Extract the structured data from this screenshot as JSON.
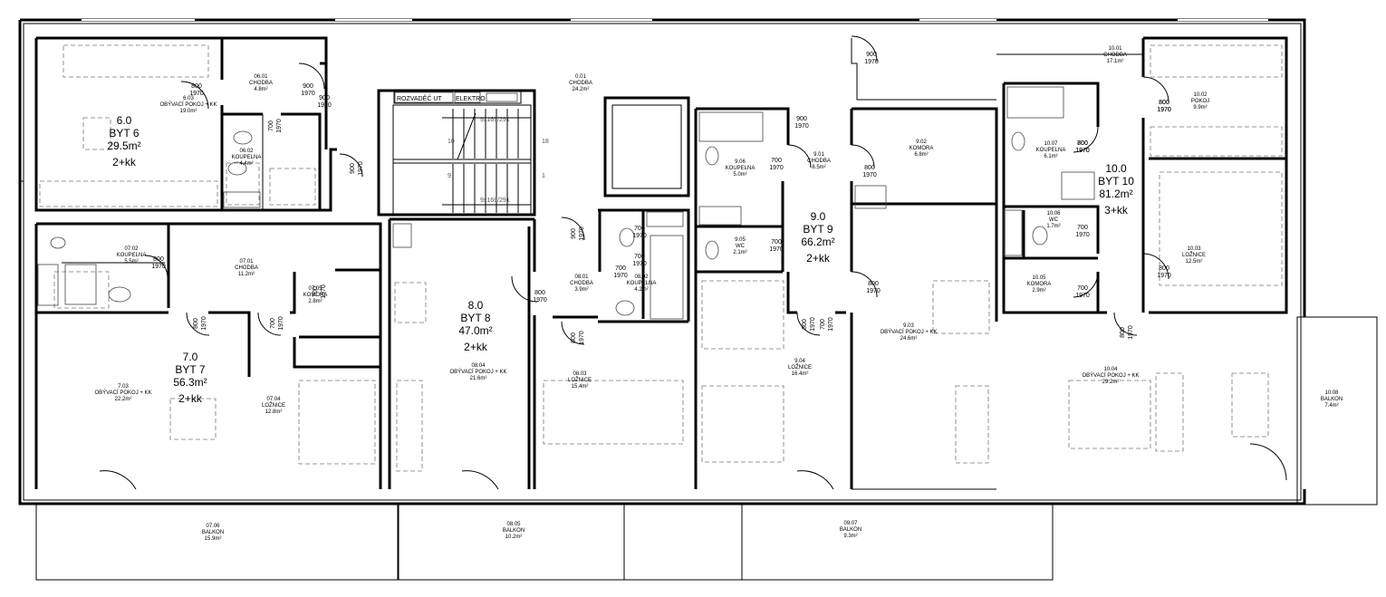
{
  "apartments": [
    {
      "id": "byt6",
      "code": "6.0",
      "name": "BYT 6",
      "area": "29.5m²",
      "type": "2+kk"
    },
    {
      "id": "byt7",
      "code": "7.0",
      "name": "BYT 7",
      "area": "56.3m²",
      "type": "2+kk"
    },
    {
      "id": "byt8",
      "code": "8.0",
      "name": "BYT 8",
      "area": "47.0m²",
      "type": "2+kk"
    },
    {
      "id": "byt9",
      "code": "9.0",
      "name": "BYT 9",
      "area": "66.2m²",
      "type": "2+kk"
    },
    {
      "id": "byt10",
      "code": "10.0",
      "name": "BYT 10",
      "area": "81.2m²",
      "type": "3+kk"
    }
  ],
  "rooms": [
    {
      "id": "6.03",
      "lines": [
        "6.03",
        "OBÝVACÍ POKOJ + KK",
        "19.0m²"
      ]
    },
    {
      "id": "6.01",
      "lines": [
        "06.01",
        "CHODBA",
        "4.8m²"
      ]
    },
    {
      "id": "6.02",
      "lines": [
        "06.02",
        "KOUPELNA",
        "4.4m²"
      ]
    },
    {
      "id": "0.01",
      "lines": [
        "0.01",
        "CHODBA",
        "24.2m²"
      ]
    },
    {
      "id": "10.01",
      "lines": [
        "10.01",
        "CHODBA",
        "17.1m²"
      ]
    },
    {
      "id": "10.02",
      "lines": [
        "10.02",
        "POKOJ",
        "9.9m²"
      ]
    },
    {
      "id": "10.07",
      "lines": [
        "10.07",
        "KOUPELNA",
        "6.1m²"
      ]
    },
    {
      "id": "9.06",
      "lines": [
        "9.06",
        "KOUPELNA",
        "5.0m²"
      ]
    },
    {
      "id": "9.02",
      "lines": [
        "9.02",
        "KOMORA",
        "6.8m²"
      ]
    },
    {
      "id": "9.01",
      "lines": [
        "9.01",
        "CHODBA",
        "8.5m²"
      ]
    },
    {
      "id": "10.06",
      "lines": [
        "10.06",
        "WC",
        "1.7m²"
      ]
    },
    {
      "id": "10.03",
      "lines": [
        "10.03",
        "LOŽNICE",
        "12.5m²"
      ]
    },
    {
      "id": "9.05",
      "lines": [
        "9.05",
        "WC",
        "2.1m²"
      ]
    },
    {
      "id": "7.02",
      "lines": [
        "07.02",
        "KOUPELNA",
        "5.5m²"
      ]
    },
    {
      "id": "7.01",
      "lines": [
        "07.01",
        "CHODBA",
        "11.2m²"
      ]
    },
    {
      "id": "7.05",
      "lines": [
        "07.05",
        "KOMORA",
        "2.8m²"
      ]
    },
    {
      "id": "8.01",
      "lines": [
        "08.01",
        "CHODBA",
        "3.9m²"
      ]
    },
    {
      "id": "8.02",
      "lines": [
        "08.02",
        "KOUPELNA",
        "4.2m²"
      ]
    },
    {
      "id": "10.05",
      "lines": [
        "10.05",
        "KOMORA",
        "2.9m²"
      ]
    },
    {
      "id": "9.03",
      "lines": [
        "9.03",
        "OBÝVACÍ POKOJ + KK",
        "24.6m²"
      ]
    },
    {
      "id": "10.04",
      "lines": [
        "10.04",
        "OBÝVACÍ POKOJ + KK",
        "29.2m²"
      ]
    },
    {
      "id": "9.04",
      "lines": [
        "9.04",
        "LOŽNICE",
        "16.4m²"
      ]
    },
    {
      "id": "8.04",
      "lines": [
        "08.04",
        "OBÝVACÍ POKOJ + KK",
        "21.6m²"
      ]
    },
    {
      "id": "8.03",
      "lines": [
        "08.03",
        "LOŽNICE",
        "15.4m²"
      ]
    },
    {
      "id": "7.03",
      "lines": [
        "7.03",
        "OBÝVACÍ POKOJ + KK",
        "22.2m²"
      ]
    },
    {
      "id": "7.04",
      "lines": [
        "07.04",
        "LOŽNICE",
        "12.8m²"
      ]
    },
    {
      "id": "10.08",
      "lines": [
        "10.08",
        "BALKON",
        "7.4m²"
      ]
    },
    {
      "id": "7.06",
      "lines": [
        "07.06",
        "BALKON",
        "15.9m²"
      ]
    },
    {
      "id": "8.05",
      "lines": [
        "08.05",
        "BALKON",
        "10.2m²"
      ]
    },
    {
      "id": "9.07",
      "lines": [
        "09.07",
        "BALKON",
        "9.3m²"
      ]
    }
  ],
  "doors": [
    {
      "w": "800",
      "h": "1970"
    },
    {
      "w": "900",
      "h": "1970"
    },
    {
      "w": "900",
      "h": "1970"
    },
    {
      "w": "700",
      "h": "1970"
    },
    {
      "w": "900",
      "h": "1970"
    },
    {
      "w": "900",
      "h": "1970"
    },
    {
      "w": "800",
      "h": "1970"
    },
    {
      "w": "700",
      "h": "1970"
    },
    {
      "w": "700",
      "h": "1970"
    },
    {
      "w": "900",
      "h": "1970"
    },
    {
      "w": "700",
      "h": "1970"
    },
    {
      "w": "800",
      "h": "1970"
    },
    {
      "w": "700",
      "h": "1970"
    },
    {
      "w": "700",
      "h": "1970"
    },
    {
      "w": "700",
      "h": "1970"
    },
    {
      "w": "800",
      "h": "1970"
    },
    {
      "w": "800",
      "h": "1970"
    },
    {
      "w": "900",
      "h": "1970"
    },
    {
      "w": "700",
      "h": "1970"
    },
    {
      "w": "700",
      "h": "1970"
    },
    {
      "w": "800",
      "h": "1970"
    },
    {
      "w": "800",
      "h": "1970"
    },
    {
      "w": "800",
      "h": "1970"
    },
    {
      "w": "800",
      "h": "1970"
    },
    {
      "w": "800",
      "h": "1970"
    },
    {
      "w": "800",
      "h": "1970"
    },
    {
      "w": "700",
      "h": "1970"
    },
    {
      "w": "700",
      "h": "1970"
    },
    {
      "w": "700",
      "h": "1970"
    },
    {
      "w": "800",
      "h": "1970"
    },
    {
      "w": "800",
      "h": "1970"
    }
  ],
  "utility": {
    "rozvadec": "ROZVADĚČ UT",
    "elektro": "ELEKTRO"
  },
  "stairs": {
    "upper": "9x169/291",
    "lower": "9x169/291",
    "n1": "10",
    "n2": "9",
    "n3": "18",
    "n4": "1"
  }
}
